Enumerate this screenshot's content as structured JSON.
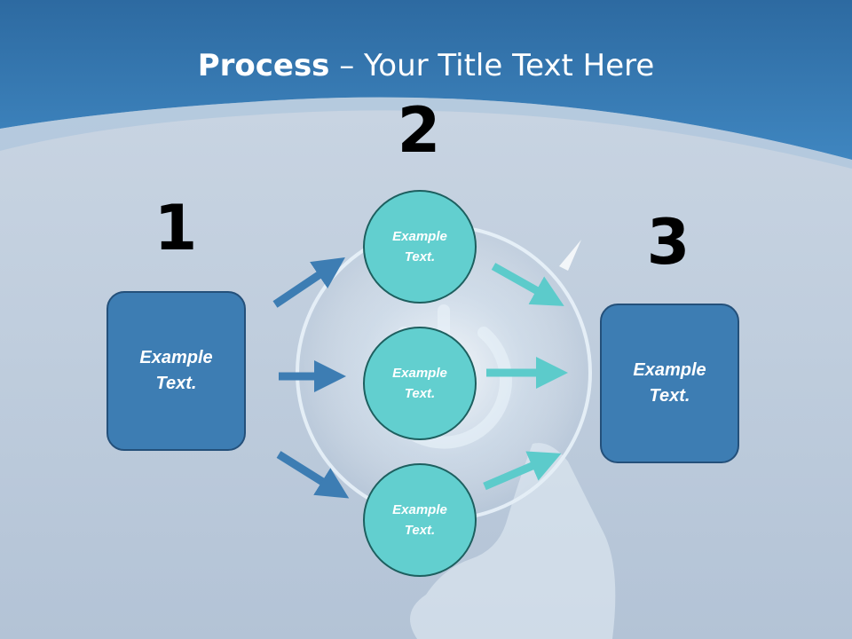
{
  "title": {
    "bold": "Process",
    "rest": " – Your Title Text Here"
  },
  "steps": [
    {
      "number": "1",
      "text": "Example Text."
    },
    {
      "number": "2",
      "circles": [
        "Example Text.",
        "Example Text.",
        "Example Text."
      ]
    },
    {
      "number": "3",
      "text": "Example Text."
    }
  ],
  "colors": {
    "header": "#3a7fb6",
    "box_fill": "#3d7db3",
    "circle_fill": "#62cfcf",
    "arrow_left": "#3d7db3",
    "arrow_right": "#5ccbcb"
  }
}
